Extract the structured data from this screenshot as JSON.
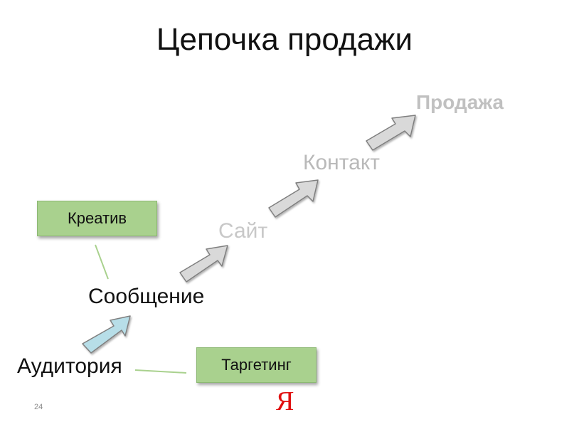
{
  "slide": {
    "title": "Цепочка продажи",
    "page_number": "24",
    "logo_text": "Я"
  },
  "nodes": {
    "audience": "Аудитория",
    "message": "Сообщение",
    "site": "Сайт",
    "contact": "Контакт",
    "sale": "Продажа"
  },
  "boxes": {
    "creative": "Креатив",
    "targeting": "Таргетинг"
  },
  "colors": {
    "box_fill": "#a9d18e",
    "arrow_blue_fill": "#b7dee8",
    "arrow_gray_fill": "#d9d9d9",
    "arrow_outline": "#7f7f7f",
    "connector": "#a9d18e",
    "logo": "#e01010"
  },
  "icons": {
    "flow_arrow": "block-arrow",
    "logo": "yandex-logo"
  }
}
